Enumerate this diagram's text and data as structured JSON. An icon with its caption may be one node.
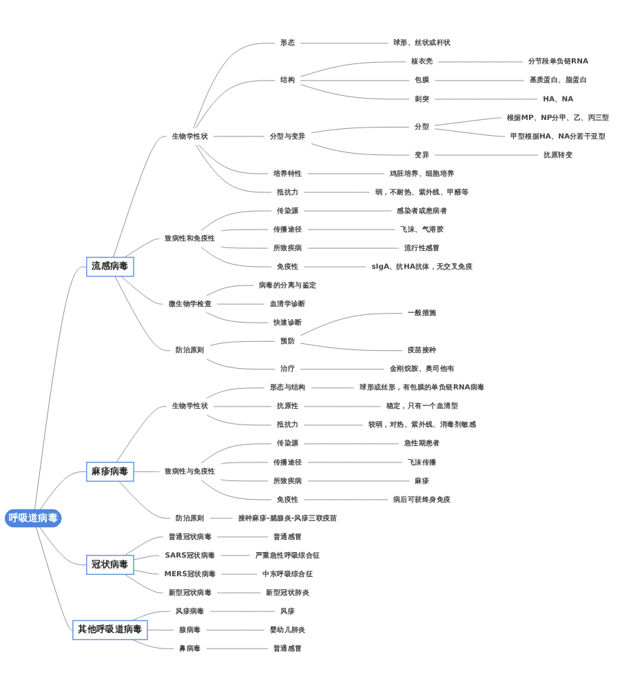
{
  "diagram": {
    "nodes": [
      {
        "text": [
          "呼吸道病毒"
        ]
      },
      {
        "text": [
          "流感病毒"
        ]
      },
      {
        "text": [
          "生物学性状"
        ]
      },
      {
        "text": [
          "形态"
        ]
      },
      {
        "text": [
          "球形、丝状或杆状"
        ]
      },
      {
        "text": [
          "结构"
        ]
      },
      {
        "text": [
          "核衣壳"
        ]
      },
      {
        "text": [
          "分节段单负链RNA"
        ]
      },
      {
        "text": [
          "包膜"
        ]
      },
      {
        "text": [
          "基质蛋白、脂蛋白"
        ]
      },
      {
        "text": [
          "刺突"
        ]
      },
      {
        "text": [
          "HA、NA"
        ]
      },
      {
        "text": [
          "分型与变异"
        ]
      },
      {
        "text": [
          "分型"
        ]
      },
      {
        "text": [
          "根据MP、NP分甲、乙、丙三型"
        ]
      },
      {
        "text": [
          "甲型根据HA、NA分若干亚型"
        ]
      },
      {
        "text": [
          "变异"
        ]
      },
      {
        "text": [
          "抗原转变"
        ]
      },
      {
        "text": [
          "培养特性"
        ]
      },
      {
        "text": [
          "鸡胚培养、细胞培养"
        ]
      },
      {
        "text": [
          "抵抗力"
        ]
      },
      {
        "text": [
          "弱，不耐热、紫外线、甲醛等"
        ]
      },
      {
        "text": [
          "致病性和免疫性"
        ]
      },
      {
        "text": [
          "传染源"
        ]
      },
      {
        "text": [
          "感染者或患病者"
        ]
      },
      {
        "text": [
          "传播途径"
        ]
      },
      {
        "text": [
          "飞沫、气溶胶"
        ]
      },
      {
        "text": [
          "所致疾病"
        ]
      },
      {
        "text": [
          "流行性感冒"
        ]
      },
      {
        "text": [
          "免疫性"
        ]
      },
      {
        "text": [
          "sIgA、抗HA抗体，无交叉免疫"
        ]
      },
      {
        "text": [
          "微生物学检查"
        ]
      },
      {
        "text": [
          "病毒的分离与鉴定"
        ]
      },
      {
        "text": [
          "血清学诊断"
        ]
      },
      {
        "text": [
          "快速诊断"
        ]
      },
      {
        "text": [
          "防治原则"
        ]
      },
      {
        "text": [
          "预防"
        ]
      },
      {
        "text": [
          "一般措施"
        ]
      },
      {
        "text": [
          "疫苗接种"
        ]
      },
      {
        "text": [
          "治疗"
        ]
      },
      {
        "text": [
          "金刚烷胺、奥司他韦"
        ]
      },
      {
        "text": [
          "麻疹病毒"
        ]
      },
      {
        "text": [
          "生物学性状"
        ]
      },
      {
        "text": [
          "形态与结构"
        ]
      },
      {
        "text": [
          "球形或丝形，有包膜的单负链RNA病毒"
        ]
      },
      {
        "text": [
          "抗原性"
        ]
      },
      {
        "text": [
          "稳定，只有一个血清型"
        ]
      },
      {
        "text": [
          "抵抗力"
        ]
      },
      {
        "text": [
          "较弱，对热、紫外线、消毒剂敏感"
        ]
      },
      {
        "text": [
          "致病性与免疫性"
        ]
      },
      {
        "text": [
          "传染源"
        ]
      },
      {
        "text": [
          "急性期患者"
        ]
      },
      {
        "text": [
          "传播途径"
        ]
      },
      {
        "text": [
          "飞沫传播"
        ]
      },
      {
        "text": [
          "所致疾病"
        ]
      },
      {
        "text": [
          "麻疹"
        ]
      },
      {
        "text": [
          "免疫性"
        ]
      },
      {
        "text": [
          "病后可获终身免疫"
        ]
      },
      {
        "text": [
          "防治原则"
        ]
      },
      {
        "text": [
          "接种麻疹-腮腺炎-风疹三联疫苗"
        ]
      },
      {
        "text": [
          "冠状病毒"
        ]
      },
      {
        "text": [
          "普通冠状病毒"
        ]
      },
      {
        "text": [
          "普通感冒"
        ]
      },
      {
        "text": [
          "SARS冠状病毒"
        ]
      },
      {
        "text": [
          "严重急性呼吸综合征"
        ]
      },
      {
        "text": [
          "MERS冠状病毒"
        ]
      },
      {
        "text": [
          "中东呼吸综合征"
        ]
      },
      {
        "text": [
          "新型冠状病毒"
        ]
      },
      {
        "text": [
          "新型冠状肺炎"
        ]
      },
      {
        "text": [
          "其他呼吸道病毒"
        ]
      },
      {
        "text": [
          "风疹病毒"
        ]
      },
      {
        "text": [
          "风疹"
        ]
      },
      {
        "text": [
          "腺病毒"
        ]
      },
      {
        "text": [
          "婴幼儿肺炎"
        ]
      },
      {
        "text": [
          "鼻病毒"
        ]
      },
      {
        "text": [
          "普通感冒"
        ]
      }
    ],
    "edges": [
      {
        "from": 0,
        "to": 1,
        "arrow": "none"
      },
      {
        "from": 1,
        "to": 2,
        "arrow": "none"
      },
      {
        "from": 2,
        "to": 3,
        "arrow": "none"
      },
      {
        "from": 3,
        "to": 4,
        "arrow": "none"
      },
      {
        "from": 2,
        "to": 5,
        "arrow": "none"
      },
      {
        "from": 5,
        "to": 6,
        "arrow": "none"
      },
      {
        "from": 6,
        "to": 7,
        "arrow": "none"
      },
      {
        "from": 5,
        "to": 8,
        "arrow": "none"
      },
      {
        "from": 8,
        "to": 9,
        "arrow": "none"
      },
      {
        "from": 5,
        "to": 10,
        "arrow": "none"
      },
      {
        "from": 10,
        "to": 11,
        "arrow": "none"
      },
      {
        "from": 2,
        "to": 12,
        "arrow": "none"
      },
      {
        "from": 12,
        "to": 13,
        "arrow": "none"
      },
      {
        "from": 13,
        "to": 14,
        "arrow": "none"
      },
      {
        "from": 13,
        "to": 15,
        "arrow": "none"
      },
      {
        "from": 12,
        "to": 16,
        "arrow": "none"
      },
      {
        "from": 16,
        "to": 17,
        "arrow": "none"
      },
      {
        "from": 2,
        "to": 18,
        "arrow": "none"
      },
      {
        "from": 18,
        "to": 19,
        "arrow": "none"
      },
      {
        "from": 2,
        "to": 20,
        "arrow": "none"
      },
      {
        "from": 20,
        "to": 21,
        "arrow": "none"
      },
      {
        "from": 1,
        "to": 22,
        "arrow": "none"
      },
      {
        "from": 22,
        "to": 23,
        "arrow": "none"
      },
      {
        "from": 23,
        "to": 24,
        "arrow": "none"
      },
      {
        "from": 22,
        "to": 25,
        "arrow": "none"
      },
      {
        "from": 25,
        "to": 26,
        "arrow": "none"
      },
      {
        "from": 22,
        "to": 27,
        "arrow": "none"
      },
      {
        "from": 27,
        "to": 28,
        "arrow": "none"
      },
      {
        "from": 22,
        "to": 29,
        "arrow": "none"
      },
      {
        "from": 29,
        "to": 30,
        "arrow": "none"
      },
      {
        "from": 1,
        "to": 31,
        "arrow": "none"
      },
      {
        "from": 31,
        "to": 32,
        "arrow": "none"
      },
      {
        "from": 31,
        "to": 33,
        "arrow": "none"
      },
      {
        "from": 31,
        "to": 34,
        "arrow": "none"
      },
      {
        "from": 1,
        "to": 35,
        "arrow": "none"
      },
      {
        "from": 35,
        "to": 36,
        "arrow": "none"
      },
      {
        "from": 36,
        "to": 37,
        "arrow": "none"
      },
      {
        "from": 36,
        "to": 38,
        "arrow": "none"
      },
      {
        "from": 35,
        "to": 39,
        "arrow": "none"
      },
      {
        "from": 39,
        "to": 40,
        "arrow": "none"
      },
      {
        "from": 0,
        "to": 41,
        "arrow": "none"
      },
      {
        "from": 41,
        "to": 42,
        "arrow": "none"
      },
      {
        "from": 42,
        "to": 43,
        "arrow": "none"
      },
      {
        "from": 43,
        "to": 44,
        "arrow": "none"
      },
      {
        "from": 42,
        "to": 45,
        "arrow": "none"
      },
      {
        "from": 45,
        "to": 46,
        "arrow": "none"
      },
      {
        "from": 42,
        "to": 47,
        "arrow": "none"
      },
      {
        "from": 47,
        "to": 48,
        "arrow": "none"
      },
      {
        "from": 41,
        "to": 49,
        "arrow": "none"
      },
      {
        "from": 49,
        "to": 50,
        "arrow": "none"
      },
      {
        "from": 50,
        "to": 51,
        "arrow": "none"
      },
      {
        "from": 49,
        "to": 52,
        "arrow": "none"
      },
      {
        "from": 52,
        "to": 53,
        "arrow": "none"
      },
      {
        "from": 49,
        "to": 54,
        "arrow": "none"
      },
      {
        "from": 54,
        "to": 55,
        "arrow": "none"
      },
      {
        "from": 49,
        "to": 56,
        "arrow": "none"
      },
      {
        "from": 56,
        "to": 57,
        "arrow": "none"
      },
      {
        "from": 41,
        "to": 58,
        "arrow": "none"
      },
      {
        "from": 58,
        "to": 59,
        "arrow": "none"
      },
      {
        "from": 0,
        "to": 60,
        "arrow": "none"
      },
      {
        "from": 60,
        "to": 61,
        "arrow": "none"
      },
      {
        "from": 61,
        "to": 62,
        "arrow": "none"
      },
      {
        "from": 60,
        "to": 63,
        "arrow": "none"
      },
      {
        "from": 63,
        "to": 64,
        "arrow": "none"
      },
      {
        "from": 60,
        "to": 65,
        "arrow": "none"
      },
      {
        "from": 65,
        "to": 66,
        "arrow": "none"
      },
      {
        "from": 60,
        "to": 67,
        "arrow": "none"
      },
      {
        "from": 67,
        "to": 68,
        "arrow": "none"
      },
      {
        "from": 0,
        "to": 69,
        "arrow": "none"
      },
      {
        "from": 69,
        "to": 70,
        "arrow": "none"
      },
      {
        "from": 70,
        "to": 71,
        "arrow": "none"
      },
      {
        "from": 69,
        "to": 72,
        "arrow": "none"
      },
      {
        "from": 72,
        "to": 73,
        "arrow": "none"
      },
      {
        "from": 69,
        "to": 74,
        "arrow": "none"
      },
      {
        "from": 74,
        "to": 75,
        "arrow": "none"
      }
    ]
  }
}
